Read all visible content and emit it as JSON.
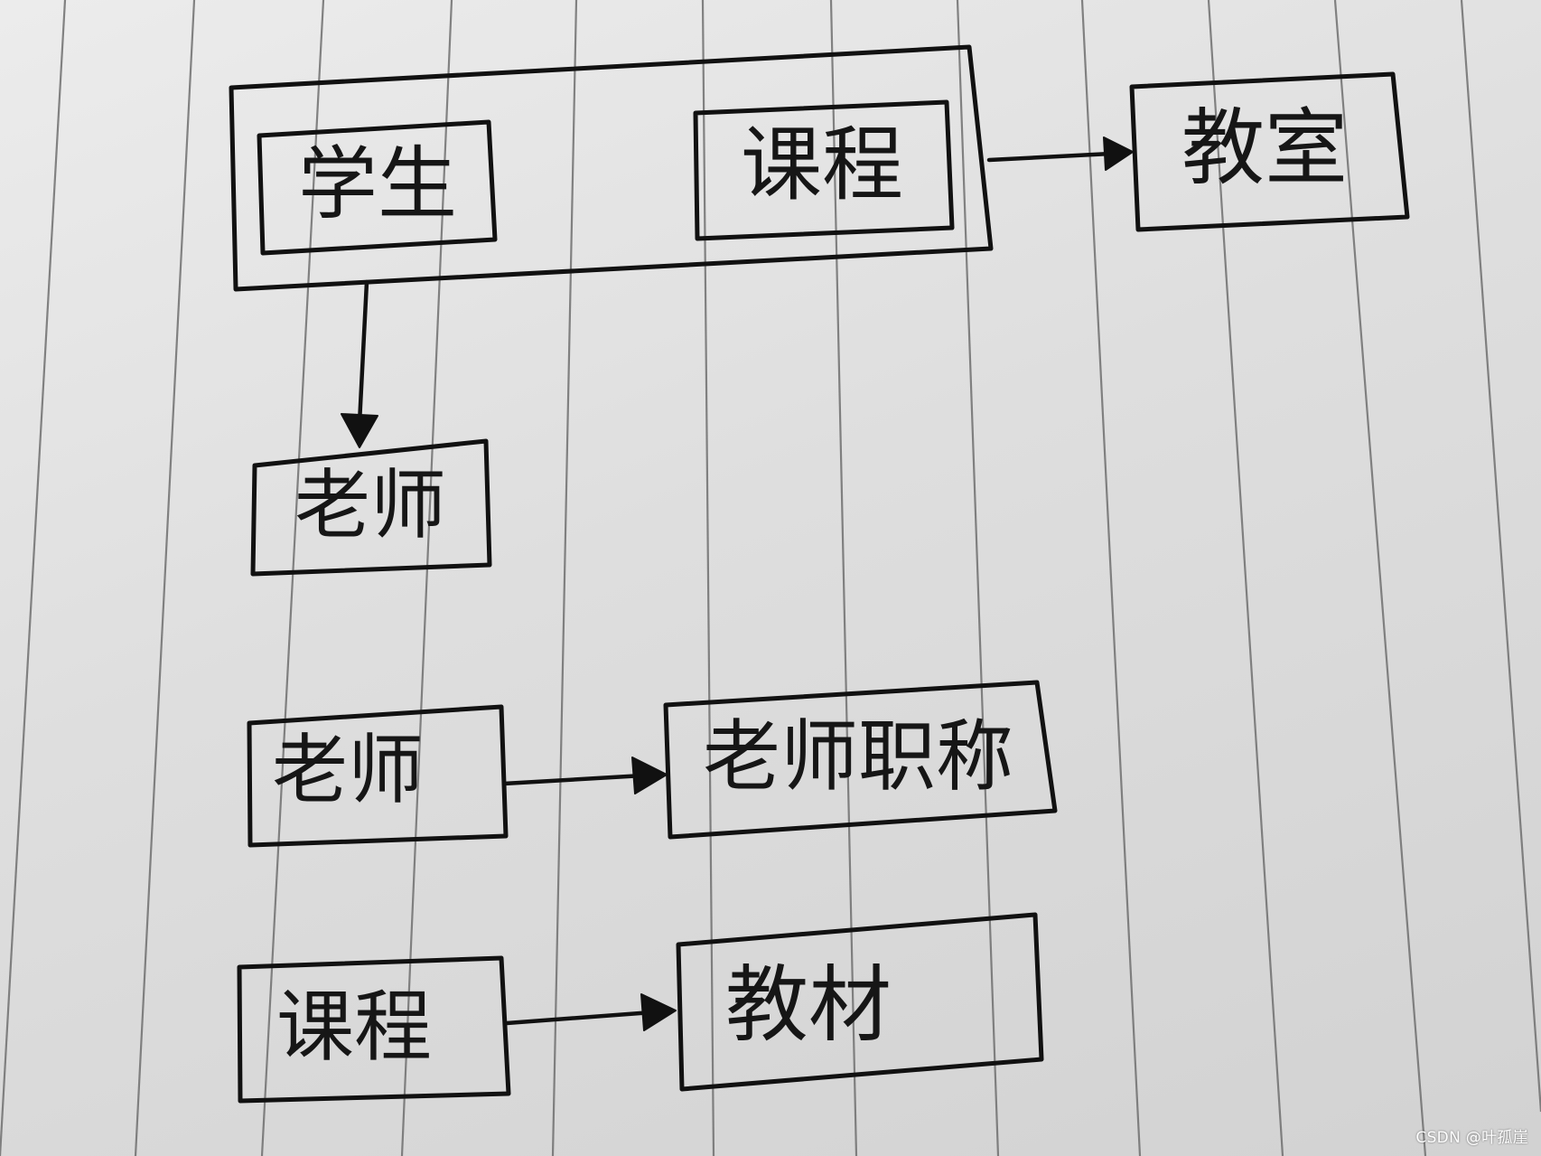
{
  "diagram": {
    "nodes": {
      "student": "学生",
      "course_top": "课程",
      "classroom": "教室",
      "teacher_top": "老师",
      "teacher_mid": "老师",
      "teacher_title": "老师职称",
      "course_bottom": "课程",
      "textbook": "教材"
    },
    "edges": [
      {
        "from": "group(学生, 课程)",
        "to": "教室"
      },
      {
        "from": "group(学生, 课程)",
        "to": "老师"
      },
      {
        "from": "老师",
        "to": "老师职称"
      },
      {
        "from": "课程",
        "to": "教材"
      }
    ]
  },
  "watermark": "CSDN @叶孤崖",
  "colors": {
    "ink": "#111111",
    "paper": "#e2e2e2",
    "ruled_line": "#6f6f6f"
  }
}
